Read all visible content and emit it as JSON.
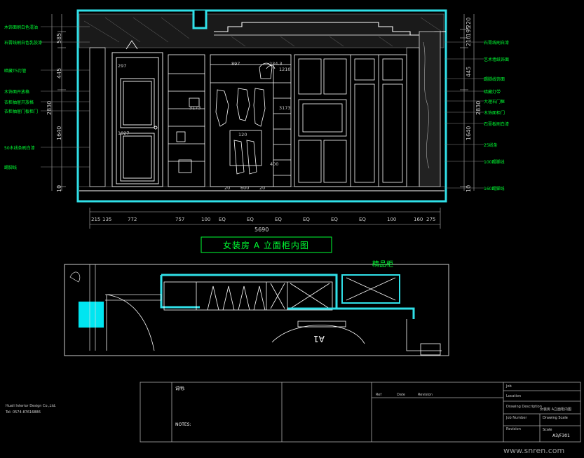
{
  "drawing": {
    "title_cn": "女装房 A 立面柜内图",
    "section_mark": "A1",
    "plan_label_cn": "精品柜",
    "watermark": "www.snren.com"
  },
  "elevation": {
    "left_dims": [
      "585",
      "445",
      "2830",
      "1640",
      "10"
    ],
    "right_dims": [
      "220",
      "195",
      "210",
      "445",
      "2830",
      "1640",
      "10"
    ],
    "left_notes": [
      "木饰面刷白色混油",
      "石膏线刷白色乳胶漆",
      "暗藏T5灯管",
      "木饰面开放格",
      "衣柜抽屉开放格",
      "衣柜抽屉门板柜门",
      "50木线条刷白漆",
      "踢脚线"
    ],
    "right_notes": [
      "石膏线刷白漆",
      "艺术墙纸饰面",
      "踢脚线饰面",
      "暗藏灯带",
      "大理石门框",
      "木饰面柜门",
      "石膏板刷白漆",
      "25线条",
      "100踢脚线",
      "160踢脚线"
    ],
    "inner_dims": [
      "897",
      "234.3",
      "20",
      "600",
      "20",
      "297",
      "1927",
      "3173",
      "120",
      "400",
      "1210",
      "3173"
    ],
    "bottom_dims": [
      "215",
      "135",
      "772",
      "757",
      "100",
      "EQ",
      "EQ",
      "EQ",
      "EQ",
      "EQ",
      "EQ",
      "100",
      "160",
      "275"
    ],
    "total_width": "5690"
  },
  "title_block": {
    "company": "Huali Interior Design Co.,Ltd.",
    "tel": "Tel: 0574-87616886",
    "notes_heading": "说明:",
    "notes_heading_en": "NOTES:",
    "col_headers": [
      "Ref",
      "Date",
      "Revision"
    ],
    "fields": [
      "Job",
      "Location",
      "Drawing Description",
      "Job Number",
      "Revision"
    ],
    "field_values": [
      "",
      "",
      "女装房 A立面柜内图",
      "",
      ""
    ],
    "drawing_scale_label": "Drawing Scale",
    "scale_label": "Scale",
    "sheet_no": "A3/F301"
  },
  "colors": {
    "frame": "#30e0e8",
    "green_text": "#00ff33",
    "white": "#ffffff",
    "dim": "#c8c8c8"
  }
}
